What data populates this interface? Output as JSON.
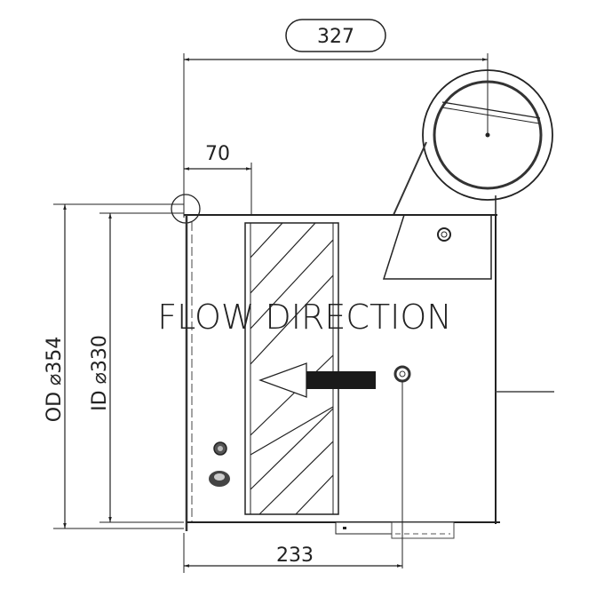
{
  "drawing": {
    "title_label": "FLOW DIRECTION",
    "dimensions": {
      "overall_length": "327",
      "inlet_offset": "70",
      "outlet_offset": "233",
      "outer_diameter": "OD ⌀354",
      "inner_diameter": "ID ⌀330"
    },
    "colors": {
      "line": "#222222",
      "background": "#ffffff"
    }
  }
}
